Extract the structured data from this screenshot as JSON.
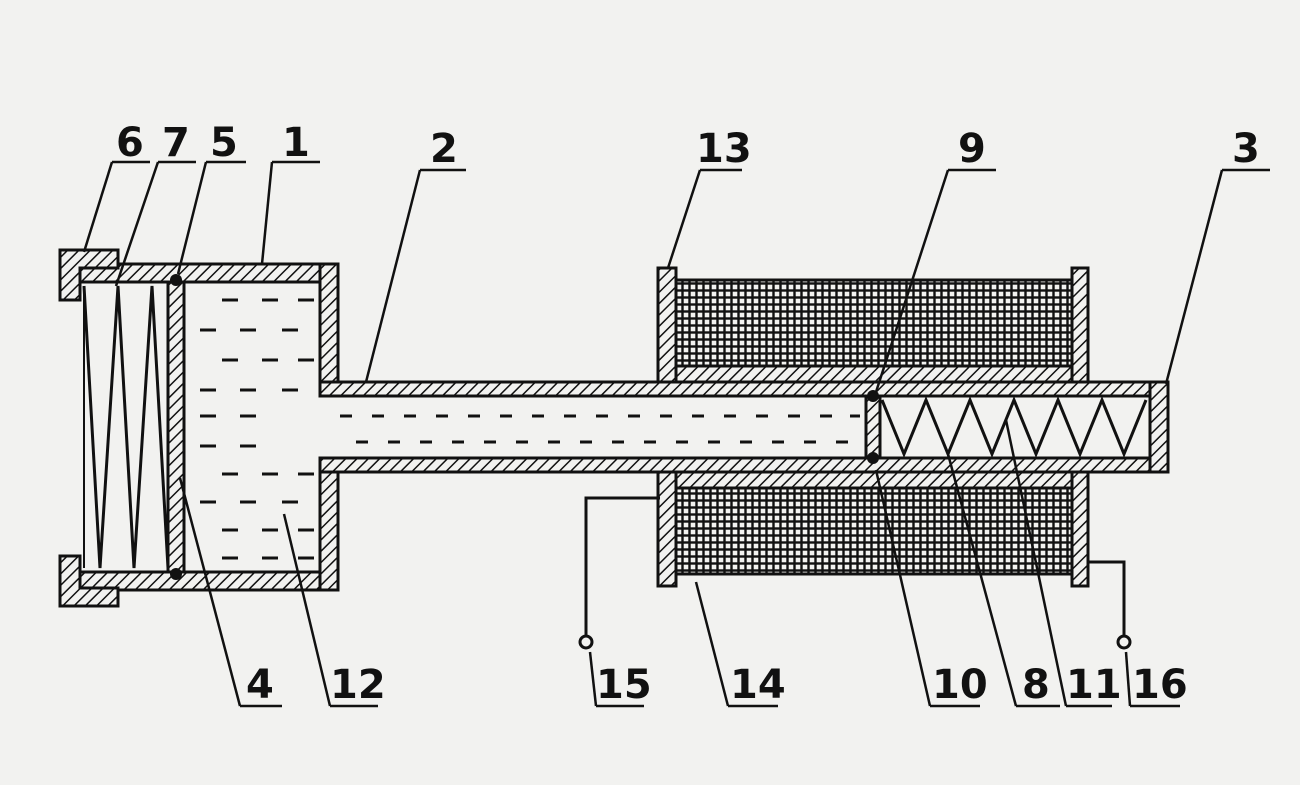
{
  "labels": {
    "l1": "1",
    "l2": "2",
    "l3": "3",
    "l4": "4",
    "l5": "5",
    "l6": "6",
    "l7": "7",
    "l8": "8",
    "l9": "9",
    "l10": "10",
    "l11": "11",
    "l12": "12",
    "l13": "13",
    "l14": "14",
    "l15": "15",
    "l16": "16"
  },
  "colors": {
    "ink": "#111111",
    "paper": "#f2f2f0"
  }
}
